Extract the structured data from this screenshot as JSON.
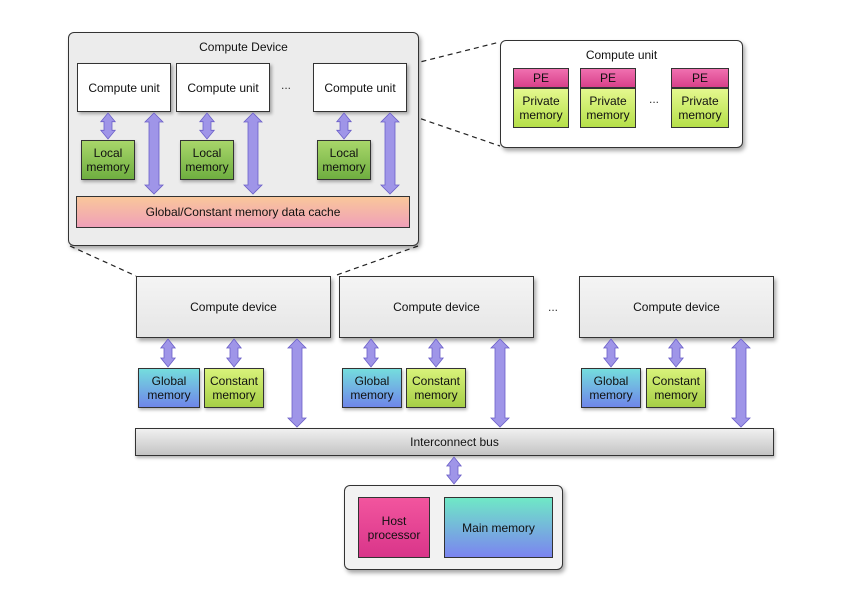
{
  "zoom_device": {
    "title": "Compute Device",
    "compute_units": [
      "Compute unit",
      "Compute unit",
      "Compute unit"
    ],
    "local_memory": [
      "Local\nmemory",
      "Local\nmemory",
      "Local\nmemory"
    ],
    "ellipsis": "...",
    "cache": "Global/Constant memory data cache"
  },
  "zoom_unit": {
    "title": "Compute unit",
    "pes": [
      "PE",
      "PE",
      "PE"
    ],
    "private_memory": [
      "Private\nmemory",
      "Private\nmemory",
      "Private\nmemory"
    ],
    "ellipsis": "..."
  },
  "devices": [
    {
      "label": "Compute device",
      "global": "Global\nmemory",
      "constant": "Constant\nmemory"
    },
    {
      "label": "Compute device",
      "global": "Global\nmemory",
      "constant": "Constant\nmemory"
    },
    {
      "label": "Compute device",
      "global": "Global\nmemory",
      "constant": "Constant\nmemory"
    }
  ],
  "devices_ellipsis": "...",
  "bus": "Interconnect bus",
  "host": {
    "processor": "Host\nprocessor",
    "main_memory": "Main memory"
  },
  "colors": {
    "arrow_fill": "#9f95e8",
    "arrow_stroke": "#6b5fc8"
  }
}
